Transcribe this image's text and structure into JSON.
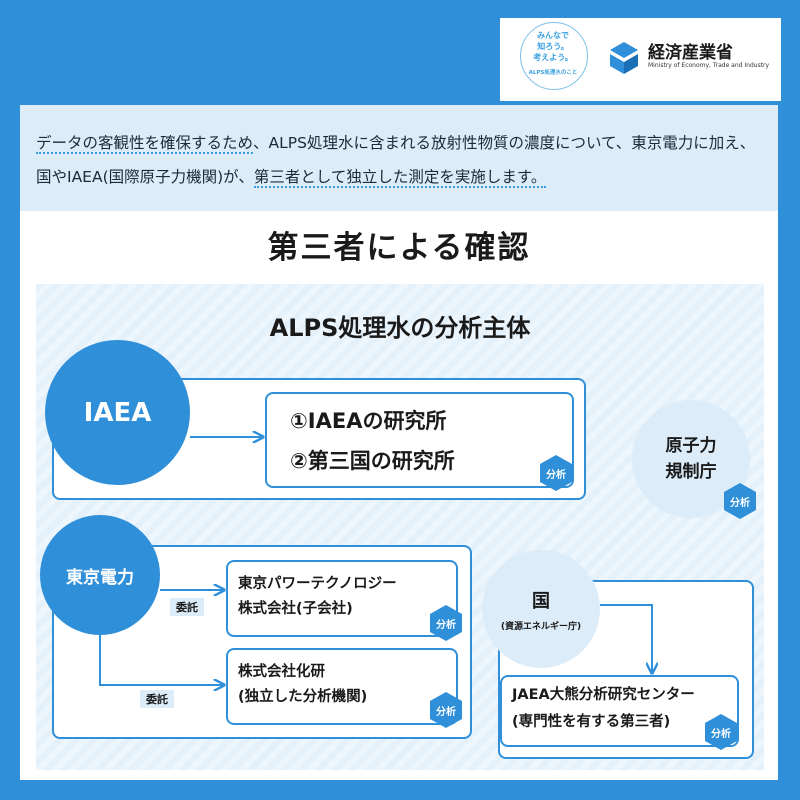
{
  "logos": {
    "badge_text": "みんなで\n知ろう。\n考えよう。",
    "badge_sub": "ALPS処理水のこと",
    "ministry_name": "経済産業省",
    "ministry_en": "Ministry of Economy, Trade and Industry"
  },
  "intro": {
    "part1": "データの客観性を確保するため",
    "part2": "、ALPS処理水に含まれる放射性物質の濃度について、東京電力に加え、国やIAEA(国際原子力機関)が",
    "part3": "、",
    "part4": "第三者として独立した測定を実施します。"
  },
  "title": "第三者による確認",
  "subtitle": "ALPS処理水の分析主体",
  "analysis_label": "分析",
  "entrust_label": "委託",
  "iaea": {
    "name": "IAEA",
    "lab1": "①IAEAの研究所",
    "lab2": "②第三国の研究所"
  },
  "nra": {
    "name_line1": "原子力",
    "name_line2": "規制庁"
  },
  "tepco": {
    "name": "東京電力",
    "sub1_line1": "東京パワーテクノロジー",
    "sub1_line2": "株式会社(子会社)",
    "sub2_line1": "株式会社化研",
    "sub2_line2": "(独立した分析機関)"
  },
  "govt": {
    "name": "国",
    "agency": "(資源エネルギー庁)",
    "jaea_line1": "JAEA大熊分析研究センター",
    "jaea_line2": "(専門性を有する第三者)"
  },
  "colors": {
    "primary": "#2f8fd9",
    "light": "#dcecf8"
  }
}
